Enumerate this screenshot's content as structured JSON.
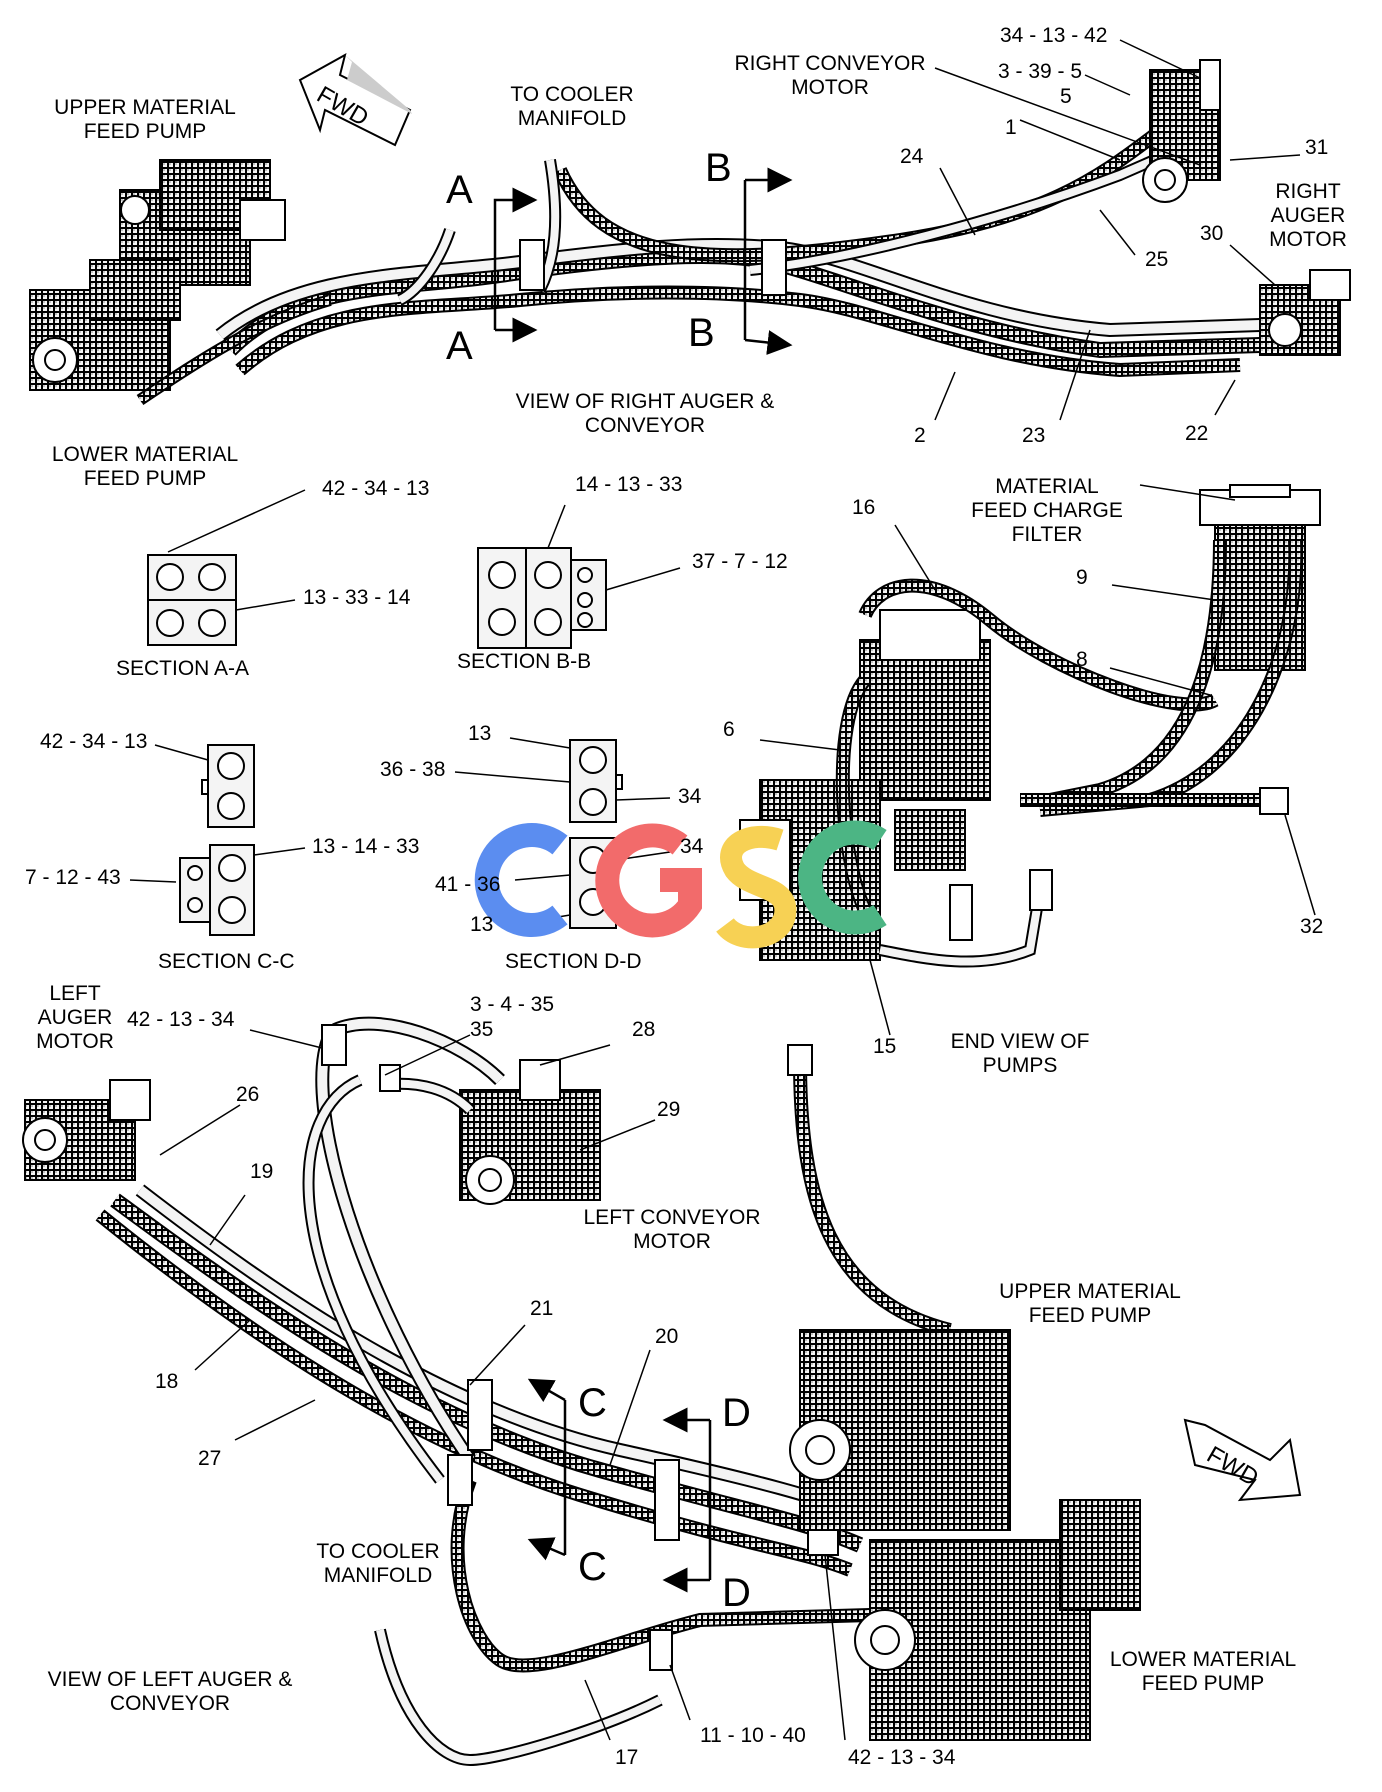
{
  "top_view": {
    "fwd": "FWD",
    "upper_pump": [
      "UPPER MATERIAL",
      "FEED PUMP"
    ],
    "lower_pump": [
      "LOWER MATERIAL",
      "FEED PUMP"
    ],
    "to_cooler": [
      "TO COOLER",
      "MANIFOLD"
    ],
    "right_conveyor_motor": [
      "RIGHT CONVEYOR",
      "MOTOR"
    ],
    "right_auger_motor": [
      "RIGHT",
      "AUGER",
      "MOTOR"
    ],
    "view_caption": [
      "VIEW OF RIGHT AUGER &",
      "CONVEYOR"
    ],
    "callouts": {
      "c34_13_42": "34 - 13 - 42",
      "c3_39_5": "3 - 39 - 5",
      "c5": "5",
      "c1": "1",
      "c31": "31",
      "c24": "24",
      "c25": "25",
      "c30": "30",
      "c2": "2",
      "c23": "23",
      "c22": "22"
    },
    "section_letters": {
      "a_top": "A",
      "a_bot": "A",
      "b_top": "B",
      "b_bot": "B"
    }
  },
  "sections": {
    "aa": {
      "caption": "SECTION A-A",
      "c1": "42 - 34 - 13",
      "c2": "13 - 33 - 14"
    },
    "bb": {
      "caption": "SECTION B-B",
      "c1": "14 - 13 - 33",
      "c2": "37 - 7 - 12"
    },
    "cc": {
      "caption": "SECTION C-C",
      "c1": "42 - 34 - 13",
      "c2": "13 - 14 - 33",
      "c3": "7 - 12 - 43"
    },
    "dd": {
      "caption": "SECTION D-D",
      "c1": "13",
      "c2": "36 - 38",
      "c3": "34",
      "c4": "34",
      "c5": "41 - 36",
      "c6": "13"
    }
  },
  "end_view": {
    "filter": [
      "MATERIAL",
      "FEED CHARGE",
      "FILTER"
    ],
    "caption": [
      "END VIEW OF",
      "PUMPS"
    ],
    "callouts": {
      "c16": "16",
      "c9": "9",
      "c8": "8",
      "c6": "6",
      "c32": "32",
      "c15": "15"
    }
  },
  "bottom_view": {
    "fwd": "FWD",
    "left_auger_motor": [
      "LEFT",
      "AUGER",
      "MOTOR"
    ],
    "left_conveyor_motor": [
      "LEFT CONVEYOR",
      "MOTOR"
    ],
    "upper_pump": [
      "UPPER MATERIAL",
      "FEED PUMP"
    ],
    "lower_pump": [
      "LOWER MATERIAL",
      "FEED PUMP"
    ],
    "to_cooler": [
      "TO COOLER",
      "MANIFOLD"
    ],
    "view_caption": [
      "VIEW OF LEFT AUGER &",
      "CONVEYOR"
    ],
    "callouts": {
      "c42_13_34a": "42 - 13 - 34",
      "c3_4_35": "3 - 4 - 35",
      "c35": "35",
      "c28": "28",
      "c26": "26",
      "c29": "29",
      "c19": "19",
      "c21": "21",
      "c20": "20",
      "c18": "18",
      "c27": "27",
      "c17": "17",
      "c11_10_40": "11 - 10 - 40",
      "c42_13_34b": "42 - 13 - 34"
    },
    "section_letters": {
      "c_top": "C",
      "c_bot": "C",
      "d_top": "D",
      "d_bot": "D"
    }
  },
  "watermark": "CGSC",
  "colors": {
    "line": "#000000",
    "hose": "#e9e9e9",
    "w_blue": "#5b8df0",
    "w_red": "#f26b6b",
    "w_yellow": "#f7d154",
    "w_green": "#4cb584"
  }
}
